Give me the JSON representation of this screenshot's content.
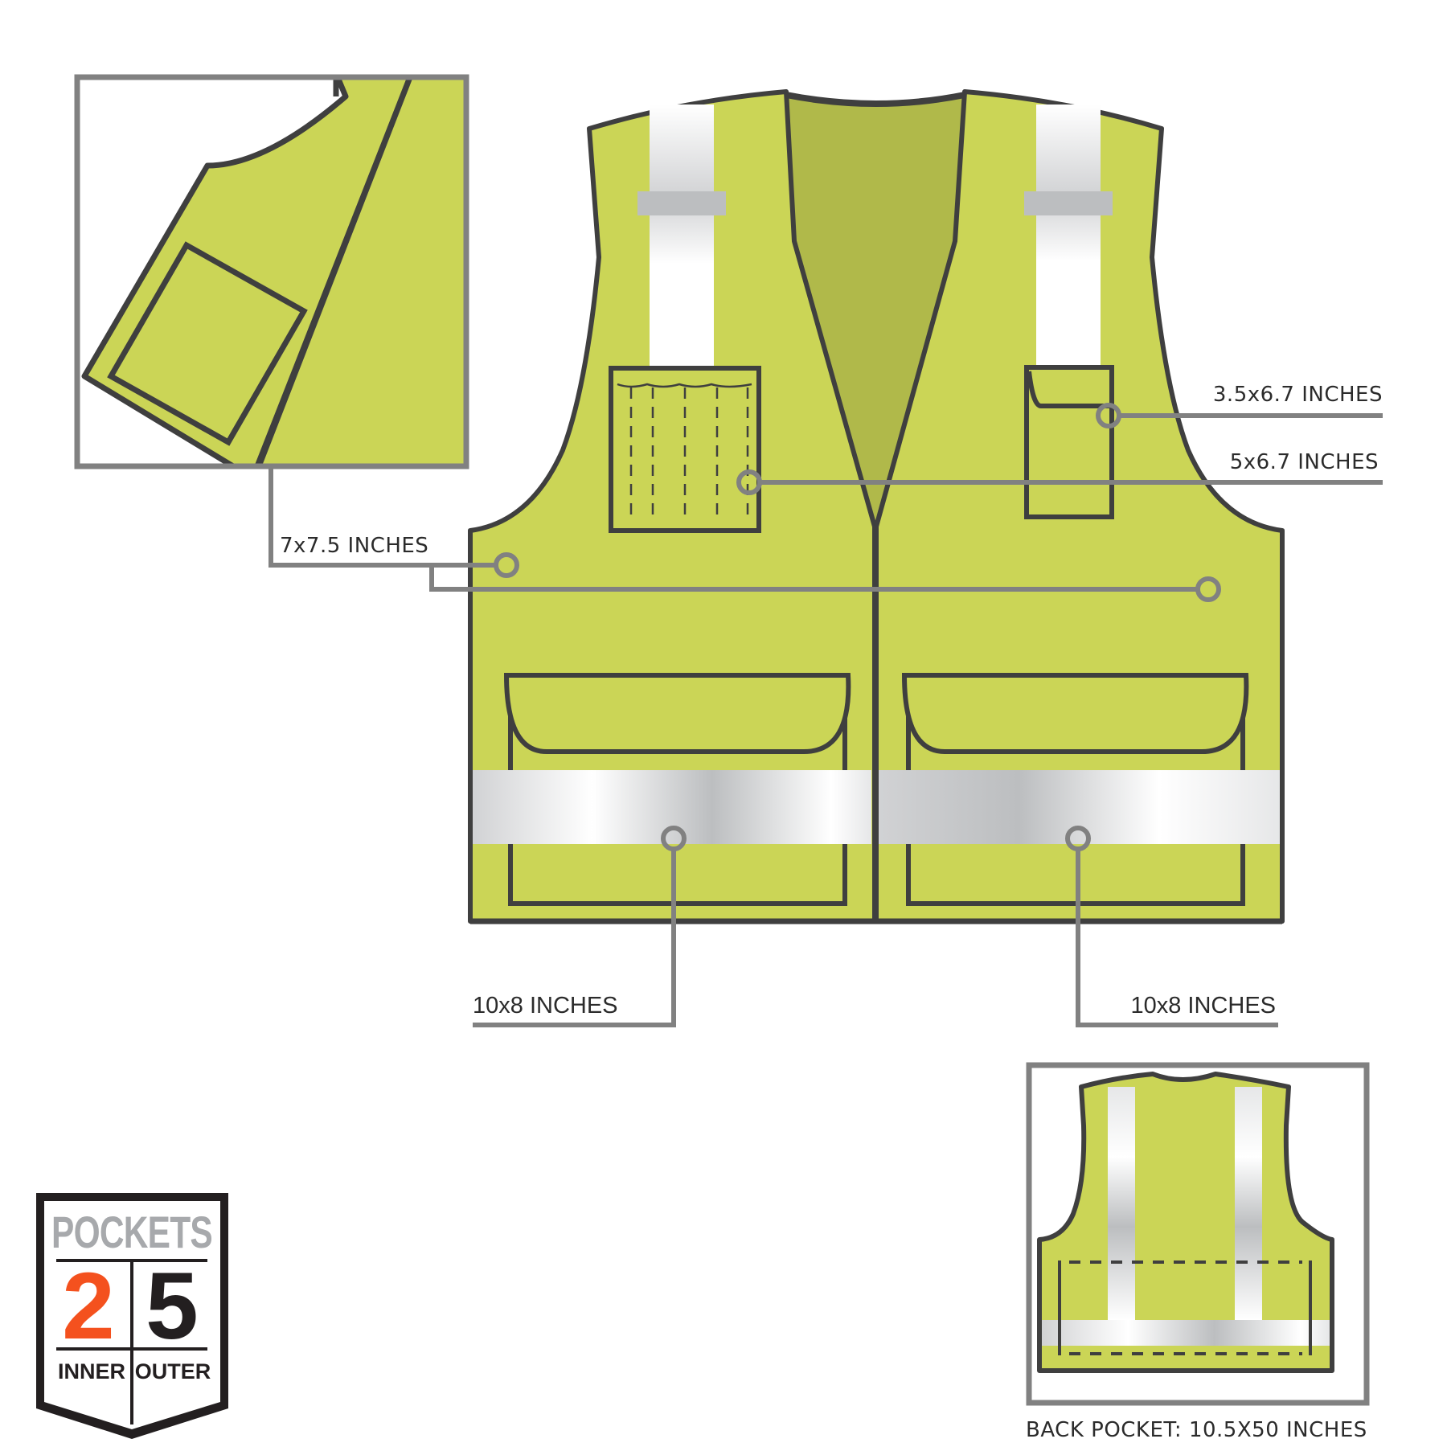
{
  "colors": {
    "vest_fill": "#cbd556",
    "vest_inner": "#b0b94a",
    "outline": "#3f3f3f",
    "callout_line": "#818181",
    "reflective_light": "#ffffff",
    "reflective_mid": "#bcbec0",
    "badge_orange": "#f4511e",
    "badge_dark": "#231f20",
    "badge_gray": "#a7a9ac"
  },
  "callouts": {
    "chest_right_small": "3.5x6.7 INCHES",
    "chest_pockets": "5x6.7 INCHES",
    "inner_pockets": "7x7.5 INCHES",
    "lower_left": "10x8 INCHES",
    "lower_right": "10x8 INCHES",
    "back_pocket": "BACK POCKET: 10.5X50 INCHES"
  },
  "badge": {
    "title": "POCKETS",
    "inner_count": "2",
    "outer_count": "5",
    "inner_label": "INNER",
    "outer_label": "OUTER"
  },
  "views": {
    "inset": "inner-pocket-detail",
    "main": "vest-front",
    "back": "vest-back"
  }
}
